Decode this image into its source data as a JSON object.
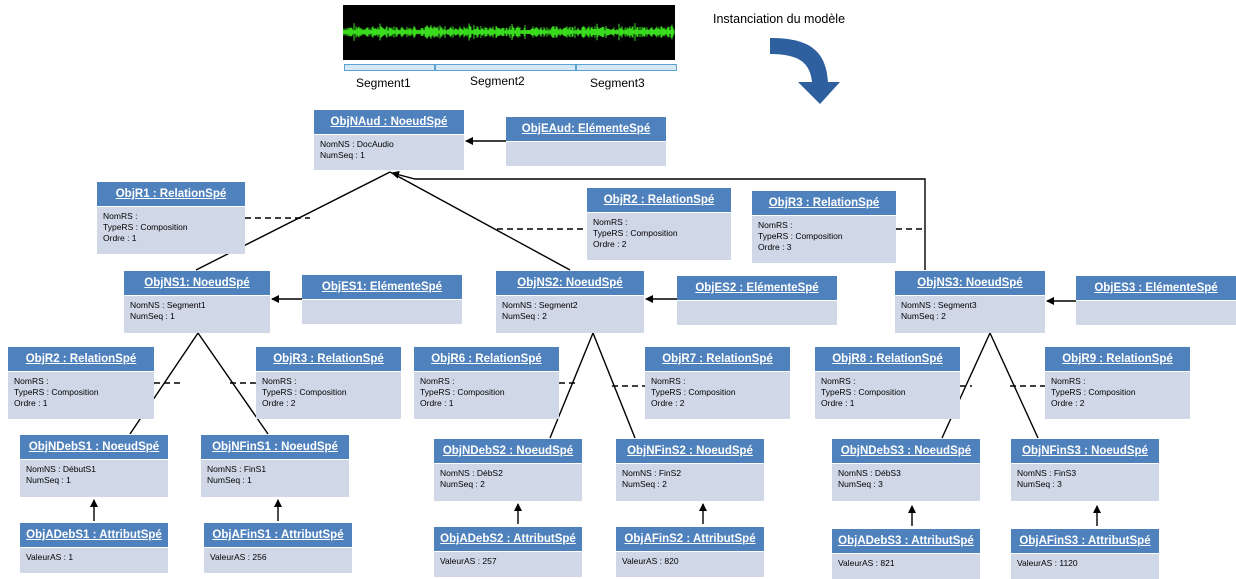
{
  "caption": "Instanciation du modèle",
  "segments": [
    "Segment1",
    "Segment2",
    "Segment3"
  ],
  "colors": {
    "header": "#4f81bd",
    "body": "#d0d8e8",
    "wave": "#3adb1f",
    "arrow": "#2e5f9e"
  },
  "nodes": [
    {
      "id": "ObjNAud",
      "title": "ObjNAud : NoeudSpé",
      "lines": [
        "NomNS : DocAudio",
        "NumSeq : 1"
      ]
    },
    {
      "id": "ObjEAud",
      "title": "ObjEAud: ElémenteSpé",
      "lines": []
    },
    {
      "id": "ObjR1",
      "title": "ObjR1 : RelationSpé",
      "lines": [
        "NomRS :",
        "TypeRS : Composition",
        "Ordre : 1"
      ]
    },
    {
      "id": "ObjR2top",
      "title": "ObjR2 : RelationSpé",
      "lines": [
        "NomRS :",
        "TypeRS : Composition",
        "Ordre : 2"
      ]
    },
    {
      "id": "ObjR3top",
      "title": "ObjR3 : RelationSpé",
      "lines": [
        "NomRS :",
        "TypeRS : Composition",
        "Ordre : 3"
      ]
    },
    {
      "id": "ObjNS1",
      "title": "ObjNS1: NoeudSpé",
      "lines": [
        "NomNS : Segment1",
        "NumSeq : 1"
      ]
    },
    {
      "id": "ObjES1",
      "title": "ObjES1: ElémenteSpé",
      "lines": []
    },
    {
      "id": "ObjNS2",
      "title": "ObjNS2: NoeudSpé",
      "lines": [
        "NomNS : Segment2",
        "NumSeq : 2"
      ]
    },
    {
      "id": "ObjES2",
      "title": "ObjES2 : ElémenteSpé",
      "lines": []
    },
    {
      "id": "ObjNS3",
      "title": "ObjNS3: NoeudSpé",
      "lines": [
        "NomNS : Segment3",
        "NumSeq : 2"
      ]
    },
    {
      "id": "ObjES3",
      "title": "ObjES3 : ElémenteSpé",
      "lines": []
    },
    {
      "id": "ObjR2low",
      "title": "ObjR2 : RelationSpé",
      "lines": [
        "NomRS :",
        "TypeRS : Composition",
        "Ordre : 1"
      ]
    },
    {
      "id": "ObjR3low",
      "title": "ObjR3 : RelationSpé",
      "lines": [
        "NomRS :",
        "TypeRS : Composition",
        "Ordre : 2"
      ]
    },
    {
      "id": "ObjR6",
      "title": "ObjR6 : RelationSpé",
      "lines": [
        "NomRS :",
        "TypeRS : Composition",
        "Ordre : 1"
      ]
    },
    {
      "id": "ObjR7",
      "title": "ObjR7 : RelationSpé",
      "lines": [
        "NomRS :",
        "TypeRS : Composition",
        "Ordre : 2"
      ]
    },
    {
      "id": "ObjR8",
      "title": "ObjR8 : RelationSpé",
      "lines": [
        "NomRS :",
        "TypeRS : Composition",
        "Ordre : 1"
      ]
    },
    {
      "id": "ObjR9",
      "title": "ObjR9 : RelationSpé",
      "lines": [
        "NomRS :",
        "TypeRS : Composition",
        "Ordre : 2"
      ]
    },
    {
      "id": "ObjNDebS1",
      "title": "ObjNDebS1 : NoeudSpé",
      "lines": [
        "NomNS : DébutS1",
        "NumSeq : 1"
      ]
    },
    {
      "id": "ObjNFinS1",
      "title": "ObjNFinS1 : NoeudSpé",
      "lines": [
        "NomNS : FinS1",
        "NumSeq : 1"
      ]
    },
    {
      "id": "ObjNDebS2",
      "title": "ObjNDebS2 : NoeudSpé",
      "lines": [
        "NomNS : DébS2",
        "NumSeq : 2"
      ]
    },
    {
      "id": "ObjNFinS2",
      "title": "ObjNFinS2 : NoeudSpé",
      "lines": [
        "NomNS : FinS2",
        "NumSeq : 2"
      ]
    },
    {
      "id": "ObjNDebS3",
      "title": "ObjNDebS3 : NoeudSpé",
      "lines": [
        "NomNS : DébS3",
        "NumSeq : 3"
      ]
    },
    {
      "id": "ObjNFinS3",
      "title": "ObjNFinS3 : NoeudSpé",
      "lines": [
        "NomNS : FinS3",
        "NumSeq : 3"
      ]
    },
    {
      "id": "ObjADebS1",
      "title": "ObjADebS1 : AttributSpé",
      "lines": [
        "ValeurAS :  1"
      ]
    },
    {
      "id": "ObjAFinS1",
      "title": "ObjAFinS1 : AttributSpé",
      "lines": [
        "ValeurAS :  256"
      ]
    },
    {
      "id": "ObjADebS2",
      "title": "ObjADebS2 : AttributSpé",
      "lines": [
        "ValeurAS :  257"
      ]
    },
    {
      "id": "ObjAFinS2",
      "title": "ObjAFinS2 : AttributSpé",
      "lines": [
        "ValeurAS :  820"
      ]
    },
    {
      "id": "ObjADebS3",
      "title": "ObjADebS3 : AttributSpé",
      "lines": [
        "ValeurAS :  821"
      ]
    },
    {
      "id": "ObjAFinS3",
      "title": "ObjAFinS3 : AttributSpé",
      "lines": [
        "ValeurAS :  1120"
      ]
    }
  ]
}
